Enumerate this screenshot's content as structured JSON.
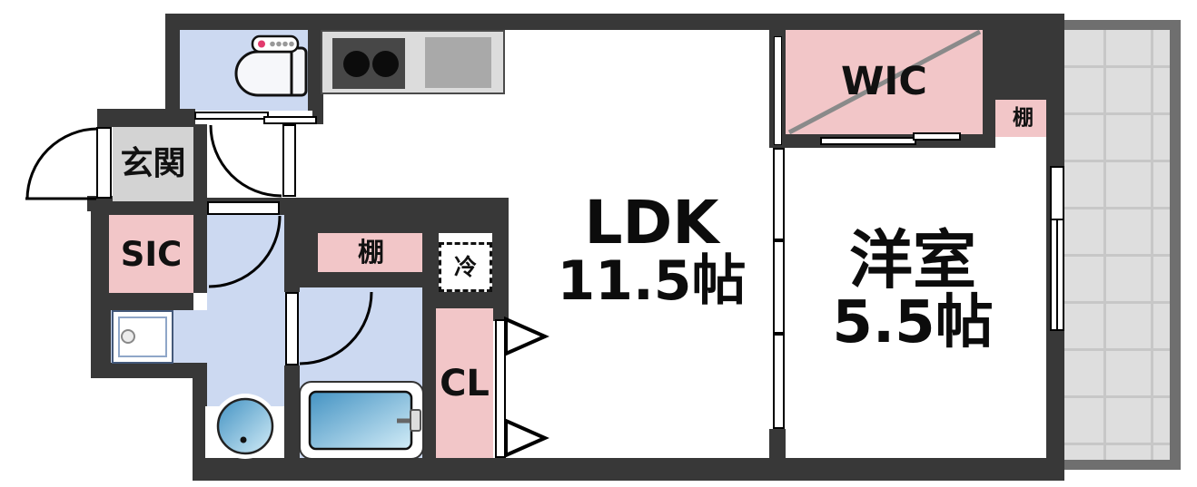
{
  "floorplan": {
    "rooms": {
      "genkan": "玄関",
      "sic": "SIC",
      "ldk_line1": "LDK",
      "ldk_line2": "11.5帖",
      "western_room_line1": "洋室",
      "western_room_line2": "5.5帖",
      "wic": "WIC",
      "cl": "CL",
      "shelf_by_bath": "棚",
      "shelf_by_bedroom": "棚",
      "refrigerator": "冷"
    },
    "palette": {
      "wall": "#383838",
      "pink": "#f2c6c8",
      "room-blue": "#ccd9f1",
      "genkan-gray": "#d3d3d3",
      "balcony-wall": "#6f6f6f",
      "balcony-tile": "#dedede",
      "balcony-grid": "#c7c7c7",
      "counter": "#dcdcdc",
      "stove": "#474747",
      "burner": "#0c0c0c",
      "sink": "#a9a9a9",
      "water-dark": "#4493c3",
      "water-light": "#d2ecf7",
      "diag-gray": "#8a8a8a",
      "toilet-red": "#e23a6d"
    }
  }
}
